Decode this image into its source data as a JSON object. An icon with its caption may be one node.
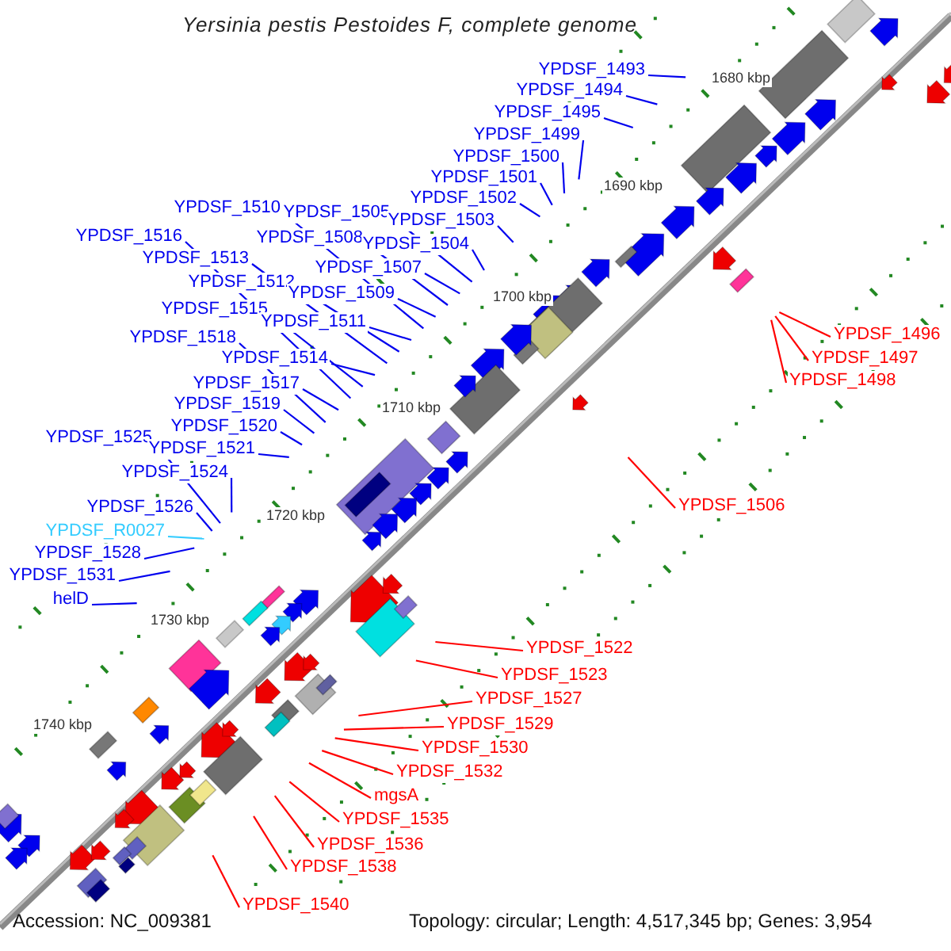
{
  "diagram": {
    "title": "Yersinia pestis Pestoides F, complete genome",
    "nodes": [
      {
        "text": [
          "YPDSF_1493"
        ]
      },
      {
        "text": [
          "YPDSF_1494"
        ]
      },
      {
        "text": [
          "YPDSF_1495"
        ]
      },
      {
        "text": [
          "YPDSF_1499"
        ]
      },
      {
        "text": [
          "YPDSF_1500"
        ]
      },
      {
        "text": [
          "YPDSF_1501"
        ]
      },
      {
        "text": [
          "YPDSF_1502"
        ]
      },
      {
        "text": [
          "YPDSF_1510"
        ]
      },
      {
        "text": [
          "YPDSF_1505"
        ]
      },
      {
        "text": [
          "YPDSF_1503"
        ]
      },
      {
        "text": [
          "YPDSF_1516"
        ]
      },
      {
        "text": [
          "YPDSF_1508"
        ]
      },
      {
        "text": [
          "YPDSF_1504"
        ]
      },
      {
        "text": [
          "YPDSF_1513"
        ]
      },
      {
        "text": [
          "YPDSF_1507"
        ]
      },
      {
        "text": [
          "YPDSF_1512"
        ]
      },
      {
        "text": [
          "YPDSF_1509"
        ]
      },
      {
        "text": [
          "YPDSF_1515"
        ]
      },
      {
        "text": [
          "YPDSF_1511"
        ]
      },
      {
        "text": [
          "YPDSF_1496"
        ]
      },
      {
        "text": [
          "YPDSF_1518"
        ]
      },
      {
        "text": [
          "YPDSF_1497"
        ]
      },
      {
        "text": [
          "YPDSF_1514"
        ]
      },
      {
        "text": [
          "YPDSF_1498"
        ]
      },
      {
        "text": [
          "YPDSF_1517"
        ]
      },
      {
        "text": [
          "YPDSF_1519"
        ]
      },
      {
        "text": [
          "YPDSF_1520"
        ]
      },
      {
        "text": [
          "YPDSF_1525"
        ]
      },
      {
        "text": [
          "YPDSF_1521"
        ]
      },
      {
        "text": [
          "YPDSF_1524"
        ]
      },
      {
        "text": [
          "YPDSF_1506"
        ]
      },
      {
        "text": [
          "YPDSF_1526"
        ]
      },
      {
        "text": [
          "YPDSF_R0027"
        ]
      },
      {
        "text": [
          "YPDSF_1528"
        ]
      },
      {
        "text": [
          "YPDSF_1531"
        ]
      },
      {
        "text": [
          "helD"
        ]
      },
      {
        "text": [
          "YPDSF_1522"
        ]
      },
      {
        "text": [
          "YPDSF_1523"
        ]
      },
      {
        "text": [
          "YPDSF_1527"
        ]
      },
      {
        "text": [
          "YPDSF_1529"
        ]
      },
      {
        "text": [
          "YPDSF_1530"
        ]
      },
      {
        "text": [
          "YPDSF_1532"
        ]
      },
      {
        "text": [
          "mgsA"
        ]
      },
      {
        "text": [
          "YPDSF_1535"
        ]
      },
      {
        "text": [
          "YPDSF_1536"
        ]
      },
      {
        "text": [
          "YPDSF_1538"
        ]
      },
      {
        "text": [
          "YPDSF_1540"
        ]
      }
    ],
    "edges": [
      {
        "from": 0,
        "to": null,
        "arrow": "none"
      },
      {
        "from": 1,
        "to": null,
        "arrow": "none"
      },
      {
        "from": 2,
        "to": null,
        "arrow": "none"
      },
      {
        "from": 3,
        "to": null,
        "arrow": "none"
      },
      {
        "from": 4,
        "to": null,
        "arrow": "none"
      },
      {
        "from": 5,
        "to": null,
        "arrow": "none"
      },
      {
        "from": 6,
        "to": null,
        "arrow": "none"
      },
      {
        "from": 7,
        "to": null,
        "arrow": "none"
      },
      {
        "from": 8,
        "to": null,
        "arrow": "none"
      },
      {
        "from": 9,
        "to": null,
        "arrow": "none"
      },
      {
        "from": 10,
        "to": null,
        "arrow": "none"
      },
      {
        "from": 11,
        "to": null,
        "arrow": "none"
      },
      {
        "from": 12,
        "to": null,
        "arrow": "none"
      },
      {
        "from": 13,
        "to": null,
        "arrow": "none"
      },
      {
        "from": 14,
        "to": null,
        "arrow": "none"
      },
      {
        "from": 15,
        "to": null,
        "arrow": "none"
      },
      {
        "from": 16,
        "to": null,
        "arrow": "none"
      },
      {
        "from": 17,
        "to": null,
        "arrow": "none"
      },
      {
        "from": 18,
        "to": null,
        "arrow": "none"
      },
      {
        "from": 19,
        "to": null,
        "arrow": "none",
        "color": "#ff0000"
      },
      {
        "from": 20,
        "to": null,
        "arrow": "none"
      },
      {
        "from": 21,
        "to": null,
        "arrow": "none",
        "color": "#ff0000"
      },
      {
        "from": 22,
        "to": null,
        "arrow": "none"
      },
      {
        "from": 23,
        "to": null,
        "arrow": "none",
        "color": "#ff0000"
      },
      {
        "from": 24,
        "to": null,
        "arrow": "none"
      },
      {
        "from": 25,
        "to": null,
        "arrow": "none"
      },
      {
        "from": 26,
        "to": null,
        "arrow": "none"
      },
      {
        "from": 27,
        "to": null,
        "arrow": "none"
      },
      {
        "from": 28,
        "to": null,
        "arrow": "none"
      },
      {
        "from": 29,
        "to": null,
        "arrow": "none"
      },
      {
        "from": 30,
        "to": null,
        "arrow": "none",
        "color": "#ff0000"
      },
      {
        "from": 31,
        "to": null,
        "arrow": "none"
      },
      {
        "from": 32,
        "to": null,
        "arrow": "none",
        "color": "#33ccff"
      },
      {
        "from": 33,
        "to": null,
        "arrow": "none"
      },
      {
        "from": 34,
        "to": null,
        "arrow": "none"
      },
      {
        "from": 35,
        "to": null,
        "arrow": "none"
      },
      {
        "from": 36,
        "to": null,
        "arrow": "none",
        "color": "#ff0000"
      },
      {
        "from": 37,
        "to": null,
        "arrow": "none",
        "color": "#ff0000"
      },
      {
        "from": 38,
        "to": null,
        "arrow": "none",
        "color": "#ff0000"
      },
      {
        "from": 39,
        "to": null,
        "arrow": "none",
        "color": "#ff0000"
      },
      {
        "from": 40,
        "to": null,
        "arrow": "none",
        "color": "#ff0000"
      },
      {
        "from": 41,
        "to": null,
        "arrow": "none",
        "color": "#ff0000"
      },
      {
        "from": 42,
        "to": null,
        "arrow": "none",
        "color": "#ff0000"
      },
      {
        "from": 43,
        "to": null,
        "arrow": "none",
        "color": "#ff0000"
      },
      {
        "from": 44,
        "to": null,
        "arrow": "none",
        "color": "#ff0000"
      },
      {
        "from": 45,
        "to": null,
        "arrow": "none",
        "color": "#ff0000"
      },
      {
        "from": 46,
        "to": null,
        "arrow": "none",
        "color": "#ff0000"
      }
    ],
    "labels": [
      "1680 kbp",
      "1690 kbp",
      "1700 kbp",
      "1710 kbp",
      "1720 kbp",
      "1730 kbp",
      "1740 kbp",
      "Accession: NC_009381",
      "Topology: circular; Length: 4,517,345 bp; Genes: 3,954"
    ]
  }
}
